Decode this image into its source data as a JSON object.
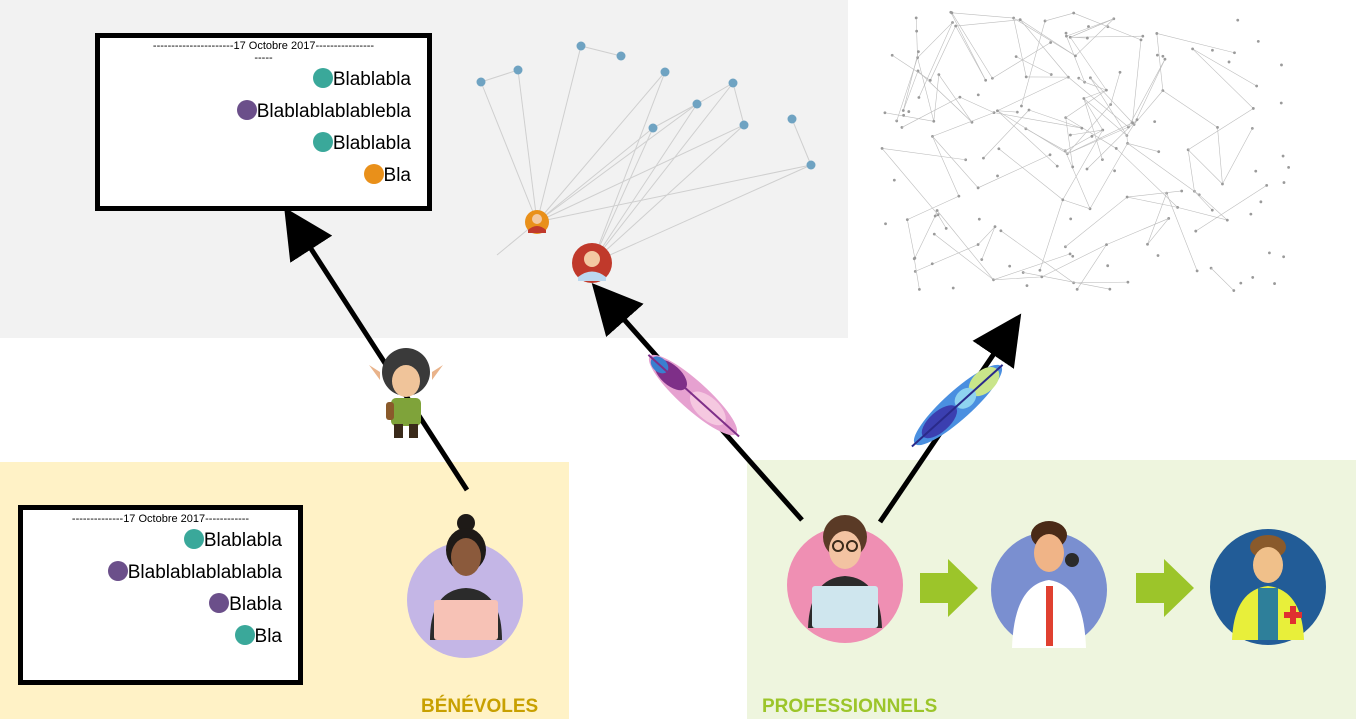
{
  "top_chat": {
    "date_line": "----------------------17 Octobre 2017----------------\n-----",
    "messages": [
      {
        "text": "Blablabla",
        "avatar": "avatar-teal",
        "color": "#3aa89a"
      },
      {
        "text": "Blablablablablebla",
        "avatar": "avatar-purple",
        "color": "#6b4f8a"
      },
      {
        "text": "Blablabla",
        "avatar": "avatar-teal",
        "color": "#3aa89a"
      },
      {
        "text": "Bla",
        "avatar": "avatar-orange",
        "color": "#e9901a"
      }
    ]
  },
  "bottom_chat": {
    "date_line": "--------------17 Octobre 2017------------",
    "messages": [
      {
        "text": "Blablabla",
        "avatar": "avatar-teal",
        "color": "#3aa89a"
      },
      {
        "text": "Blablablablablabla",
        "avatar": "avatar-purple",
        "color": "#6b4f8a"
      },
      {
        "text": "Blabla",
        "avatar": "avatar-purple",
        "color": "#6b4f8a"
      },
      {
        "text": "Bla",
        "avatar": "avatar-teal",
        "color": "#3aa89a"
      }
    ]
  },
  "labels": {
    "benevoles": "BÉNÉVOLES",
    "professionnels": "PROFESSIONNELS"
  },
  "colors": {
    "benevoles_bg": "#fff2c6",
    "pros_bg": "#eef5de",
    "gray_bg": "#f2f2f2",
    "node_blue": "#6fa3c2",
    "accent_green_arrow": "#9cc52a",
    "benevoles_label": "#c8a000",
    "pros_label": "#9cc52a"
  },
  "icons": [
    "elf-character-icon",
    "feather-pink-icon",
    "feather-blue-icon",
    "network-graph",
    "dense-network-graph",
    "volunteer-avatar",
    "professional-avatar",
    "phone-operator-avatar",
    "rescuer-avatar",
    "green-arrow-icon"
  ]
}
